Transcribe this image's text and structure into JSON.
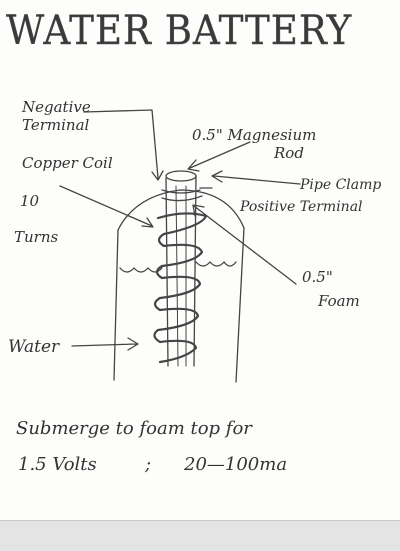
{
  "title": "WATER BATTERY",
  "labels": {
    "negative_terminal": [
      "Negative",
      "Terminal"
    ],
    "copper_coil": "Copper Coil",
    "turns_count": "10",
    "turns_word": "Turns",
    "magnesium_rod": [
      "0.5\" Magnesium",
      "Rod"
    ],
    "pipe_clamp": "Pipe Clamp",
    "positive_terminal": "Positive Terminal",
    "foam": [
      "0.5\"",
      "Foam"
    ],
    "water": "Water"
  },
  "notes": {
    "line1": "Submerge to foam top for",
    "voltage": "1.5 Volts",
    "separator": ";",
    "current": "20—100ma"
  }
}
